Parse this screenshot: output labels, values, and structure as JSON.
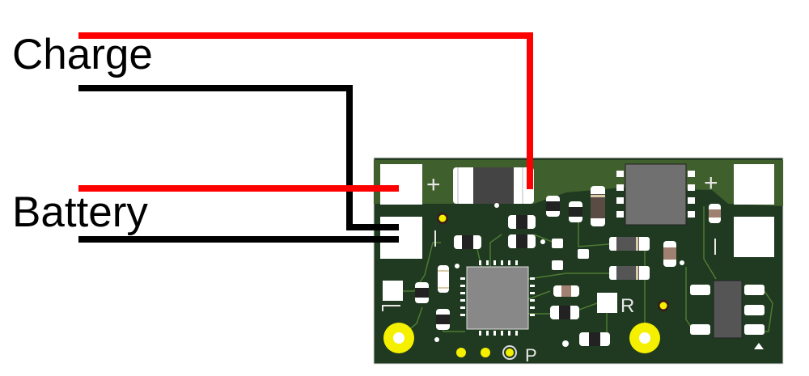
{
  "labels": {
    "charge": "Charge",
    "battery": "Battery"
  },
  "silkscreen": {
    "plus_left": "+",
    "plus_right": "+",
    "r_mark": "R",
    "p_mark": "P"
  },
  "colors": {
    "wire_positive": "#ff0000",
    "wire_negative": "#000000",
    "board": "#1f3a20",
    "copper_pour": "#3f5f2c",
    "pad": "#ffffff",
    "via_gold": "#f5f000",
    "ic_body": "#7a7a7a"
  }
}
